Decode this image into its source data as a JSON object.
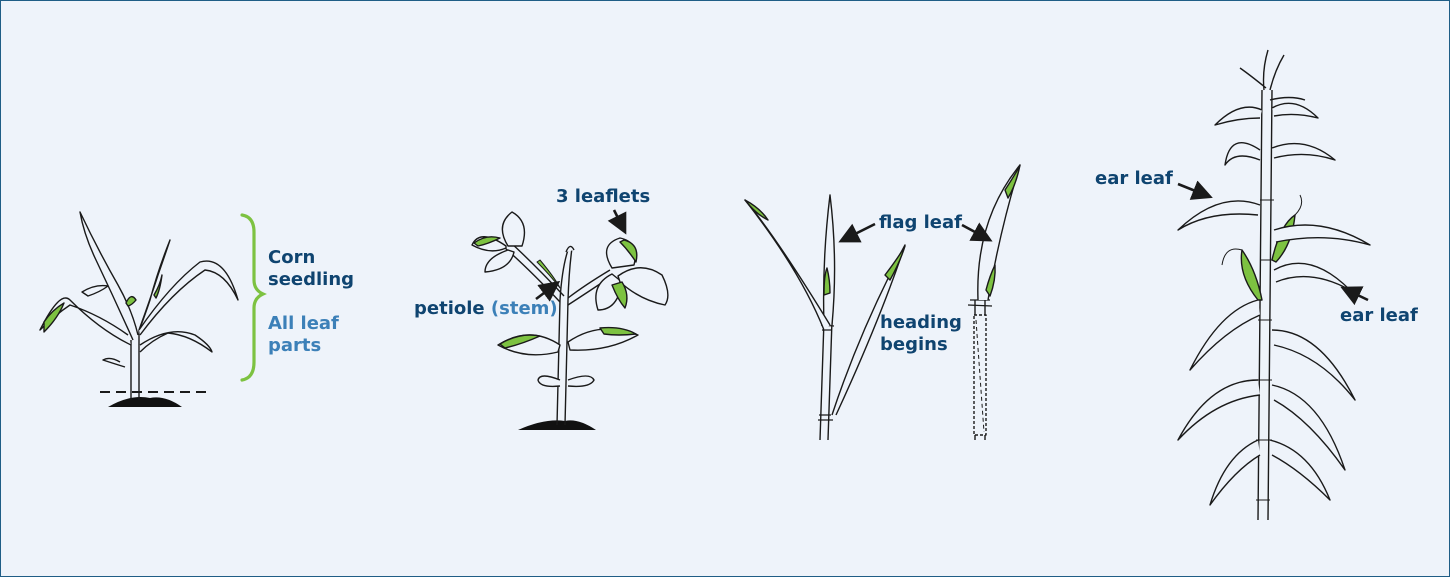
{
  "colors": {
    "background": "#eef3fa",
    "border": "#1f5d86",
    "label_dark": "#0f4470",
    "label_light": "#3c80b8",
    "leaf_green": "#7dc241",
    "outline": "#1a1a1a"
  },
  "labels": {
    "corn_seedling": [
      "Corn",
      "seedling"
    ],
    "all_leaf_parts": [
      "All leaf",
      "parts"
    ],
    "three_leaflets": "3 leaflets",
    "petiole": "petiole",
    "petiole_note": "(stem)",
    "flag_leaf": "flag leaf",
    "heading_begins": [
      "heading",
      "begins"
    ],
    "ear_leaf_top": "ear leaf",
    "ear_leaf_right": "ear leaf"
  },
  "icons": {
    "bracket": "green-curly-bracket-icon",
    "arrow": "black-arrow-icon"
  }
}
